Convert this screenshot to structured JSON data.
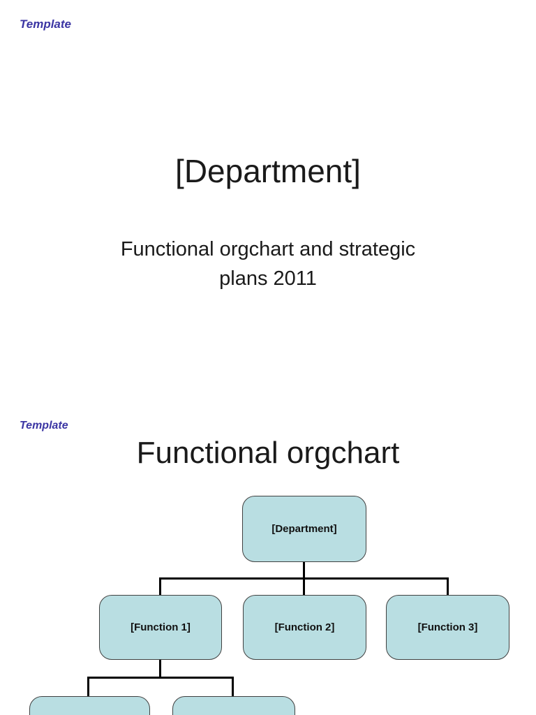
{
  "colors": {
    "background": "#ffffff",
    "template_label": "#3b35a3",
    "body_text": "#1a1a1a",
    "org_box_fill": "#b9dee2",
    "org_box_border": "#404040",
    "connector": "#000000"
  },
  "slide1": {
    "template_label": "Template",
    "title": "[Department]",
    "subtitle_line1": "Functional orgchart and strategic",
    "subtitle_line2": "plans 2011"
  },
  "slide2": {
    "template_label": "Template",
    "heading": "Functional orgchart",
    "orgchart": {
      "root_label": "[Department]",
      "level2_labels": [
        "[Function 1]",
        "[Function 2]",
        "[Function 3]"
      ],
      "level3_visible_boxes": 2
    }
  }
}
